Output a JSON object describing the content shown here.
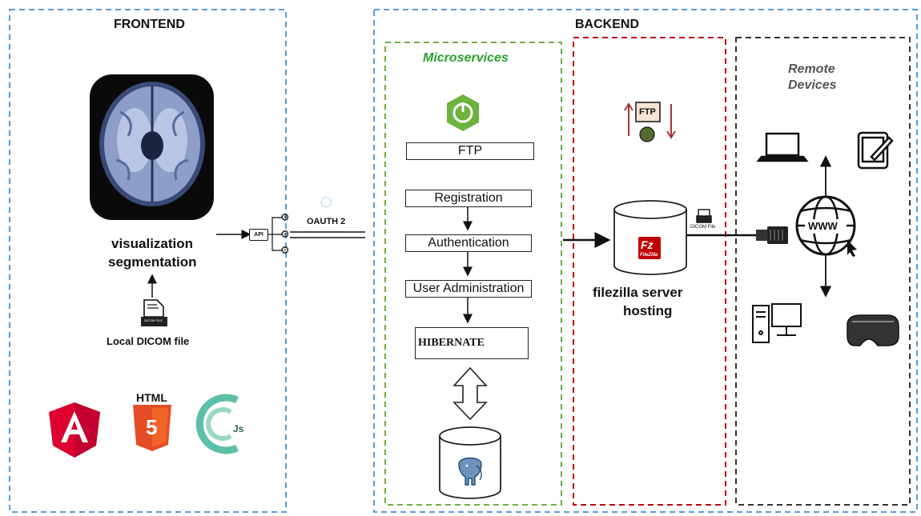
{
  "frontend": {
    "title": "FRONTEND",
    "viz_line1": "visualization",
    "viz_line2": "segmentation",
    "local_file_label": "Local DICOM file",
    "doc_caption": "DICOM FILE",
    "logos": [
      "angular-logo",
      "html5-logo",
      "cornerstone-js-logo"
    ],
    "html_logo_text": "HTML",
    "html_logo_number": "5",
    "js_logo_text": "Js"
  },
  "connector": {
    "api_label": "API",
    "oauth_label": "OAUTH 2"
  },
  "backend": {
    "title": "BACKEND",
    "microservices_title": "Microservices",
    "ftp_box": "FTP",
    "registration": "Registration",
    "authentication": "Authentication",
    "user_admin": "User Administration",
    "hibernate": "HIBERNATE",
    "ftp_icon_text": "FTP",
    "filezilla_icon_text": "Fz",
    "filezilla_brand": "FileZilla",
    "filezilla_line1": "filezilla server",
    "filezilla_line2": "hosting",
    "dicom_file_small": "DICOM File",
    "remote_line1": "Remote",
    "remote_line2": "Devices",
    "www_label": "WWW"
  },
  "colors": {
    "blue_dash": "#5b9bd5",
    "green_dash": "#70ad47",
    "red_dash": "#c00000",
    "black_dash": "#333333",
    "microservices_green": "#2ca02c",
    "spring_green": "#6db33f",
    "angular_red": "#dd0031",
    "html_orange": "#e44d26",
    "filezilla_red": "#bf0000"
  }
}
